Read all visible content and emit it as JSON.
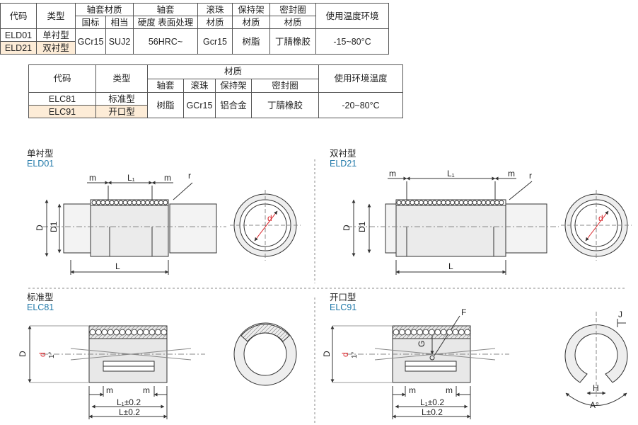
{
  "table1": {
    "headers": {
      "code": "代码",
      "type": "类型",
      "material": "轴套材质",
      "sleeve": "轴套",
      "ball": "滚珠",
      "cage": "保持架",
      "seal": "密封圈",
      "temp": "使用温度环境",
      "std": "国标",
      "equiv": "相当",
      "hardness": "硬度 表面处理",
      "ball_mat": "材质",
      "cage_mat": "材质",
      "seal_mat": "材质"
    },
    "rows": [
      {
        "code": "ELD01",
        "type": "单衬型"
      },
      {
        "code": "ELD21",
        "type": "双衬型"
      }
    ],
    "values": {
      "std": "GCr15",
      "equiv": "SUJ2",
      "hardness": "56HRC~",
      "ball": "Gcr15",
      "cage": "树脂",
      "seal": "丁腈橡胶",
      "temp": "-15~80°C"
    }
  },
  "table2": {
    "headers": {
      "code": "代码",
      "type": "类型",
      "material": "材质",
      "temp": "使用环境温度",
      "sleeve": "轴套",
      "ball": "滚珠",
      "cage": "保持架",
      "seal": "密封圈"
    },
    "rows": [
      {
        "code": "ELC81",
        "type": "标准型"
      },
      {
        "code": "ELC91",
        "type": "开口型"
      }
    ],
    "values": {
      "sleeve": "树脂",
      "ball": "GCr15",
      "cage": "铝合金",
      "seal": "丁腈橡胶",
      "temp": "-20~80°C"
    }
  },
  "diagrams": {
    "eld01": {
      "title": "单衬型",
      "code": "ELD01"
    },
    "eld21": {
      "title": "双衬型",
      "code": "ELD21"
    },
    "elc81": {
      "title": "标准型",
      "code": "ELC81"
    },
    "elc91": {
      "title": "开口型",
      "code": "ELC91"
    }
  },
  "dims": {
    "m": "m",
    "L1": "L₁",
    "r": "r",
    "D": "D",
    "D1": "D1",
    "L": "L",
    "d": "d",
    "L1_tol": "L₁±0.2",
    "L_tol": "L±0.2",
    "one_deg": "1°",
    "F": "F",
    "G": "G",
    "J": "J",
    "H": "H",
    "A": "A°"
  },
  "colors": {
    "highlight": "#fdecd7",
    "code_blue": "#1f78a8",
    "dim_red": "#d9262b"
  }
}
